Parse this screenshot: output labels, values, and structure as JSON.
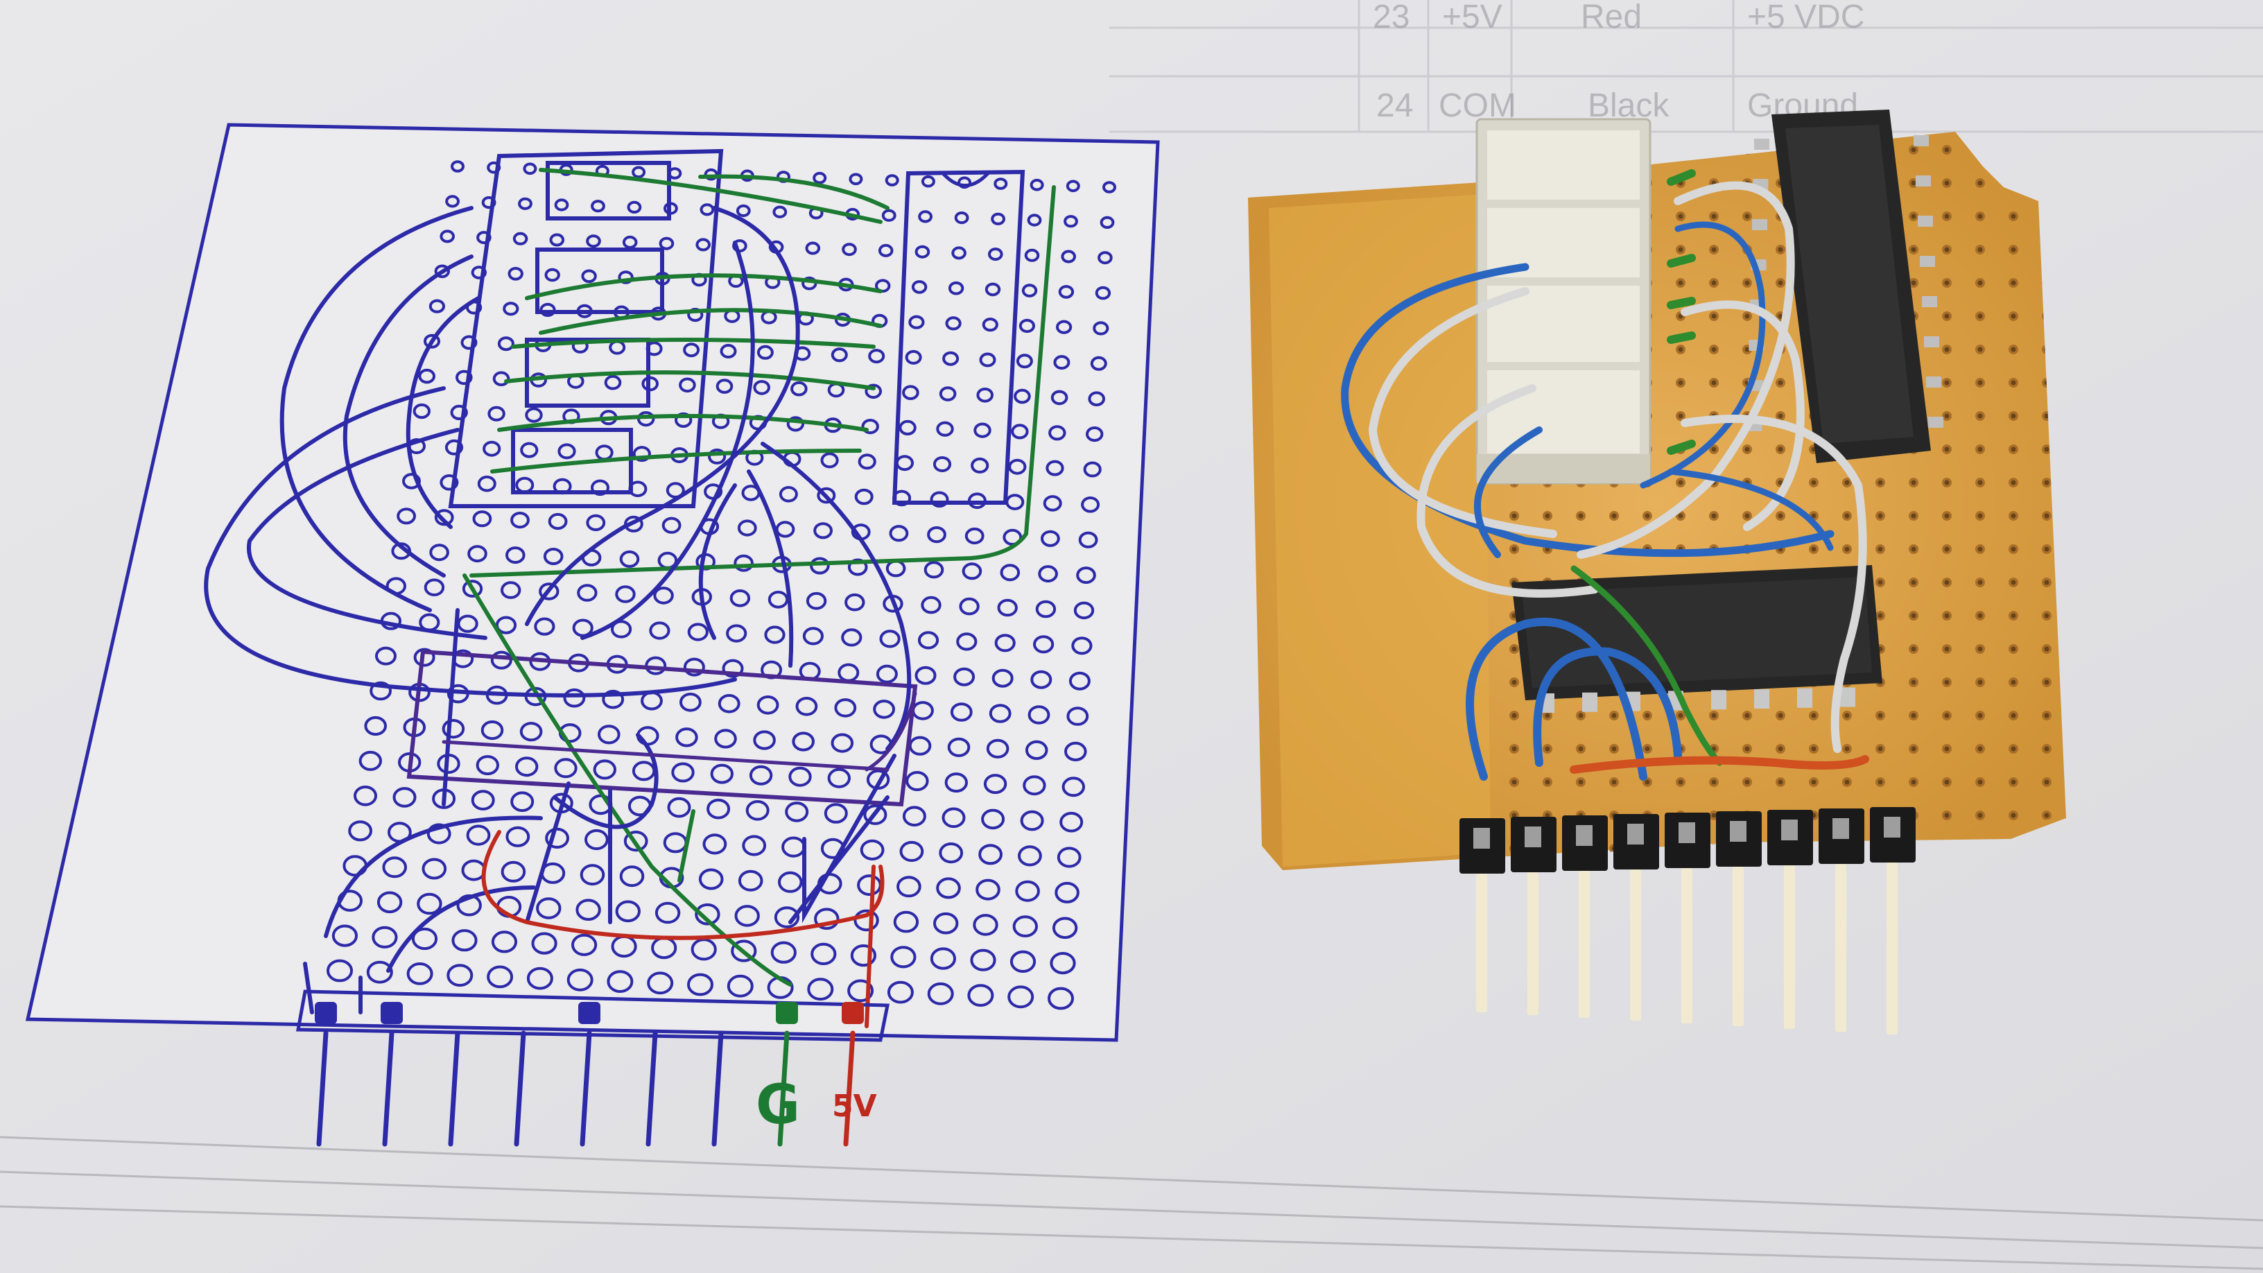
{
  "sketch": {
    "ground_label": "G",
    "supply_label": "5V",
    "ink_colors": {
      "blue": "#2d2aa8",
      "green": "#1d7a32",
      "red": "#c02a1e",
      "purple": "#4a2a90"
    }
  },
  "background_sheet": {
    "row1": [
      "23",
      "+5V",
      "Red",
      "+5 VDC"
    ],
    "row2": [
      "24",
      "COM",
      "Black",
      "Ground"
    ]
  },
  "board": {
    "header_pin_count": 9,
    "colors": {
      "stripboard": "#e0a84a",
      "bargraph": "#e8e6dc",
      "ic": "#2a2a2a",
      "pin_plastic": "#1a1a1a",
      "pin_metal": "#f2ead0",
      "wire_blue": "#2a66c0",
      "wire_grey": "#d8d8d8",
      "wire_orange": "#d05020",
      "wire_green": "#2e8b2e"
    }
  }
}
